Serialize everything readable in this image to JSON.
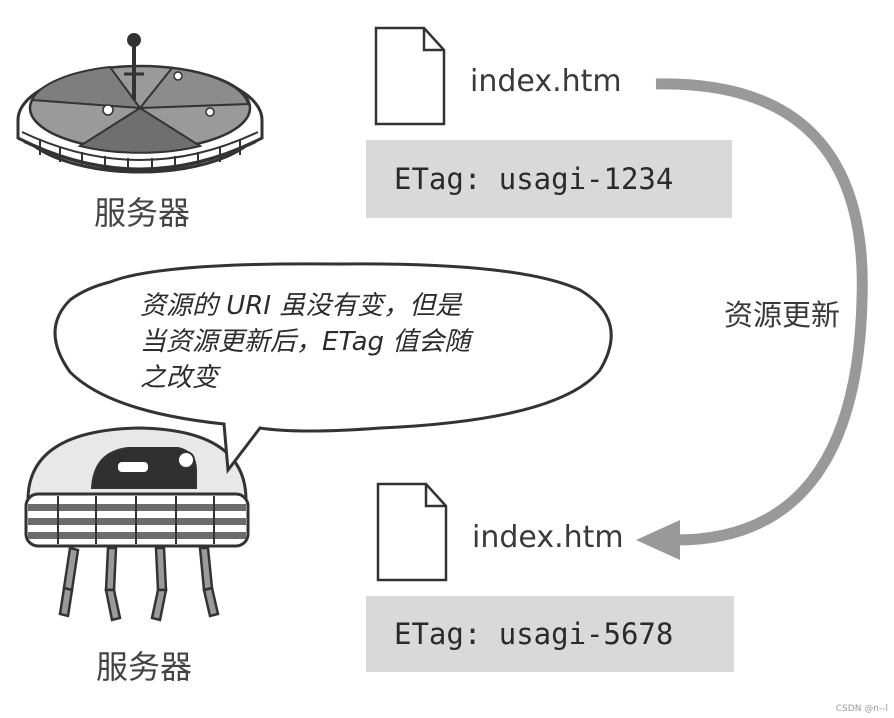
{
  "server_label_top": "服务器",
  "server_label_bottom": "服务器",
  "file_top": {
    "name": "index.htm",
    "etag": "ETag: usagi-1234"
  },
  "file_bottom": {
    "name": "index.htm",
    "etag": "ETag: usagi-5678"
  },
  "update_arrow_label": "资源更新",
  "speech_bubble": {
    "line1": "资源的 URI 虽没有变，但是",
    "line2": "当资源更新后，ETag 值会随",
    "line3": "之改变"
  },
  "watermark": "CSDN @n--l",
  "colors": {
    "etag_box_bg": "#d9d9d9",
    "arrow": "#999999",
    "outline": "#333333"
  }
}
